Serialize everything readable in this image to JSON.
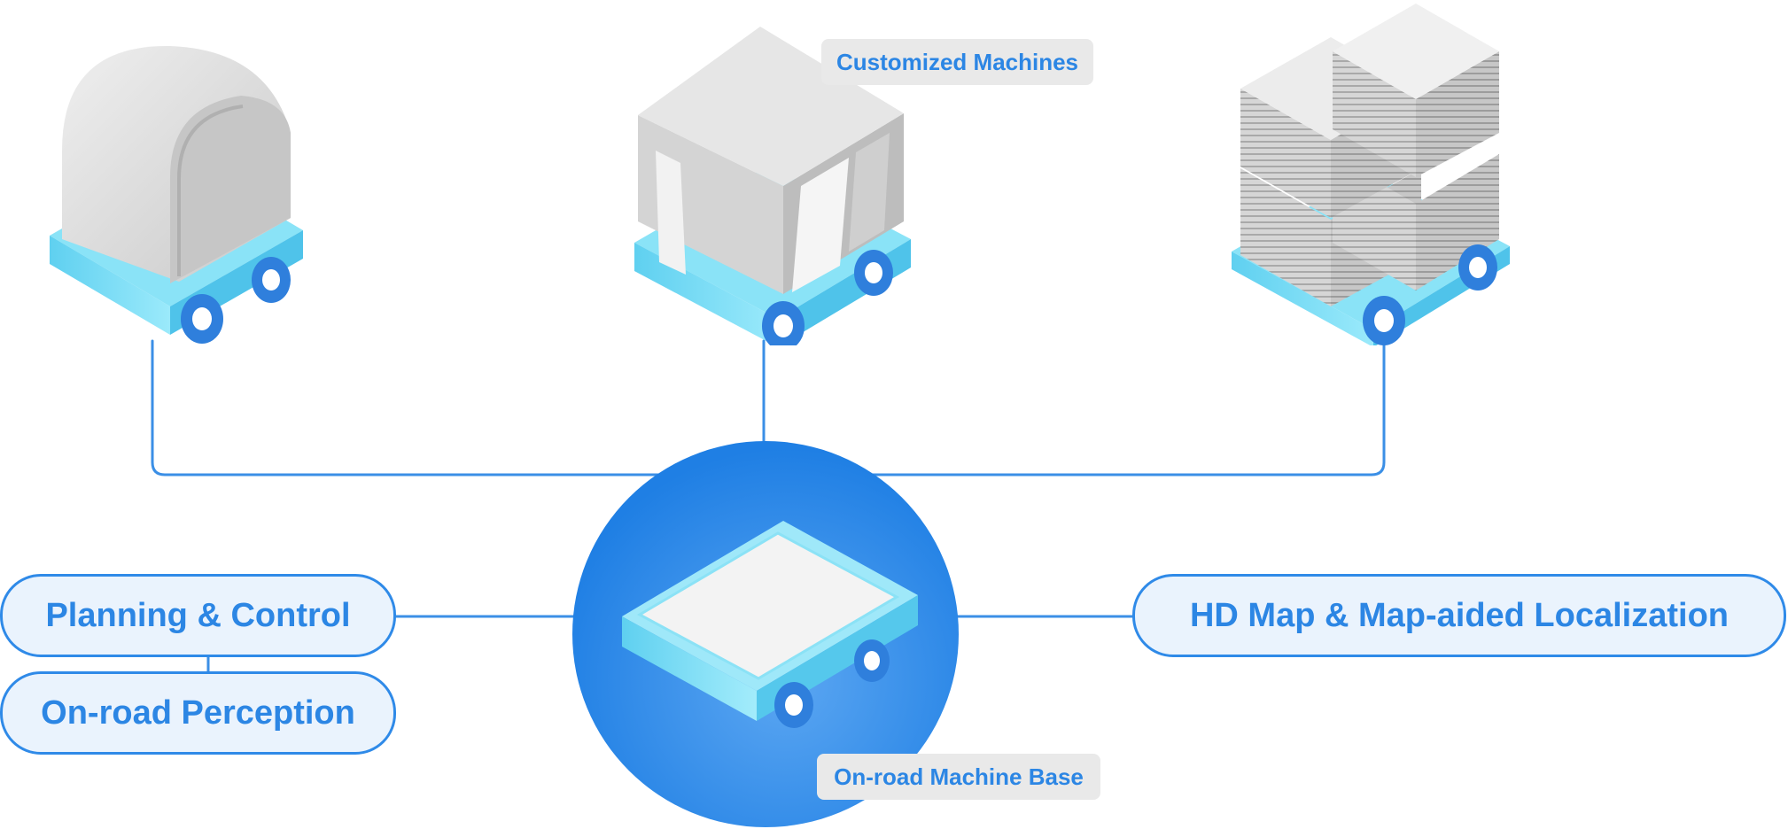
{
  "labels": {
    "customized_machines": "Customized Machines",
    "machine_base": "On-road Machine Base"
  },
  "modules": {
    "planning_control": "Planning & Control",
    "perception": "On-road Perception",
    "hd_map": "HD Map & Map-aided Localization"
  },
  "colors": {
    "accent": "#2c86e4",
    "connector": "#3b8fe6",
    "pill_fill": "#eaf3fd",
    "base_cyan": "#6ad9f3",
    "body_gray": "#d8d8d8",
    "tag_bg": "#e9e9e9"
  },
  "icons": {
    "vehicle_left": "dome-cargo-robot-icon",
    "vehicle_center": "boxed-cargo-robot-icon",
    "vehicle_right": "stacked-pallet-robot-icon",
    "hub": "machine-base-platform-icon"
  }
}
